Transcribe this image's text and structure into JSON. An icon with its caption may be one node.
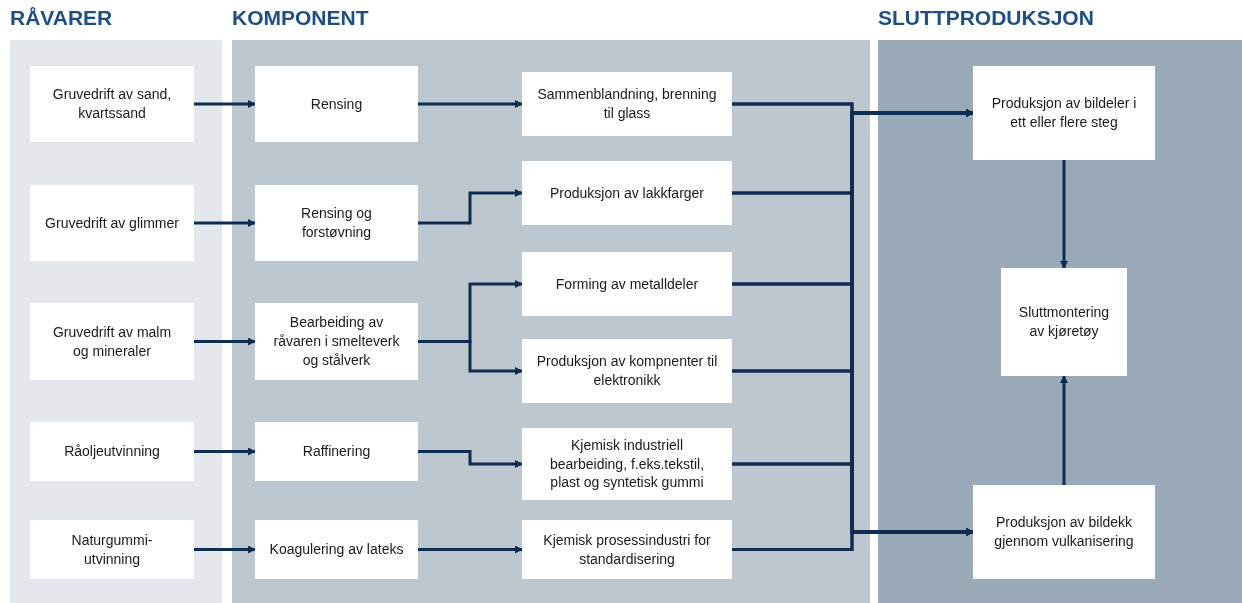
{
  "diagram": {
    "nodes": [
      {
        "text": [
          "RÅVARER"
        ]
      },
      {
        "text": [
          "KOMPONENT"
        ]
      },
      {
        "text": [
          "SLUTTPRODUKSJON"
        ]
      },
      {
        "text": [
          "Gruvedrift av sand, kvartssand"
        ],
        "in": 0
      },
      {
        "text": [
          "Gruvedrift av glimmer"
        ],
        "in": 0
      },
      {
        "text": [
          "Gruvedrift av malm og mineraler"
        ],
        "in": 0
      },
      {
        "text": [
          "Råoljeutvinning"
        ],
        "in": 0
      },
      {
        "text": [
          "Naturgummi-utvinning"
        ],
        "in": 0
      },
      {
        "text": [
          "Rensing"
        ],
        "in": 1
      },
      {
        "text": [
          "Rensing og forstøvning"
        ],
        "in": 1
      },
      {
        "text": [
          "Bearbeiding av råvaren i smelteverk og stålverk"
        ],
        "in": 1
      },
      {
        "text": [
          "Raffinering"
        ],
        "in": 1
      },
      {
        "text": [
          "Koagulering av lateks"
        ],
        "in": 1
      },
      {
        "text": [
          "Sammenblandning, brenning til glass"
        ],
        "in": 1
      },
      {
        "text": [
          "Produksjon av lakkfarger"
        ],
        "in": 1
      },
      {
        "text": [
          "Forming av metalldeler"
        ],
        "in": 1
      },
      {
        "text": [
          "Produksjon av kompnenter til elektronikk"
        ],
        "in": 1
      },
      {
        "text": [
          "Kjemisk industriell bearbeiding, f.eks.tekstil, plast og syntetisk gummi"
        ],
        "in": 1
      },
      {
        "text": [
          "Kjemisk prosessindustri for standardisering"
        ],
        "in": 1
      },
      {
        "text": [
          "Produksjon av bildeler i ett eller flere steg"
        ],
        "in": 2
      },
      {
        "text": [
          "Sluttmontering av kjøretøy"
        ],
        "in": 2
      },
      {
        "text": [
          "Produksjon av bildekk gjennom vulkanisering"
        ],
        "in": 2
      }
    ],
    "edges": [
      {
        "from": 3,
        "to": 8,
        "arrow": "to"
      },
      {
        "from": 4,
        "to": 9,
        "arrow": "to"
      },
      {
        "from": 5,
        "to": 10,
        "arrow": "to"
      },
      {
        "from": 6,
        "to": 11,
        "arrow": "to"
      },
      {
        "from": 7,
        "to": 12,
        "arrow": "to"
      },
      {
        "from": 8,
        "to": 13,
        "arrow": "to"
      },
      {
        "from": 9,
        "to": 14,
        "arrow": "to"
      },
      {
        "from": 10,
        "to": 15,
        "arrow": "to"
      },
      {
        "from": 10,
        "to": 16,
        "arrow": "to"
      },
      {
        "from": 11,
        "to": 17,
        "arrow": "to"
      },
      {
        "from": 12,
        "to": 18,
        "arrow": "to"
      },
      {
        "from": 13,
        "to": 19,
        "arrow": "to"
      },
      {
        "from": 14,
        "to": 19,
        "arrow": "to"
      },
      {
        "from": 15,
        "to": 19,
        "arrow": "to"
      },
      {
        "from": 16,
        "to": 19,
        "arrow": "to"
      },
      {
        "from": 17,
        "to": 19,
        "arrow": "to"
      },
      {
        "from": 18,
        "to": 19,
        "arrow": "to"
      },
      {
        "from": 13,
        "to": 21,
        "arrow": "to"
      },
      {
        "from": 14,
        "to": 21,
        "arrow": "to"
      },
      {
        "from": 15,
        "to": 21,
        "arrow": "to"
      },
      {
        "from": 16,
        "to": 21,
        "arrow": "to"
      },
      {
        "from": 17,
        "to": 21,
        "arrow": "to"
      },
      {
        "from": 18,
        "to": 21,
        "arrow": "to"
      },
      {
        "from": 19,
        "to": 20,
        "arrow": "to"
      },
      {
        "from": 21,
        "to": 20,
        "arrow": "to"
      }
    ]
  }
}
